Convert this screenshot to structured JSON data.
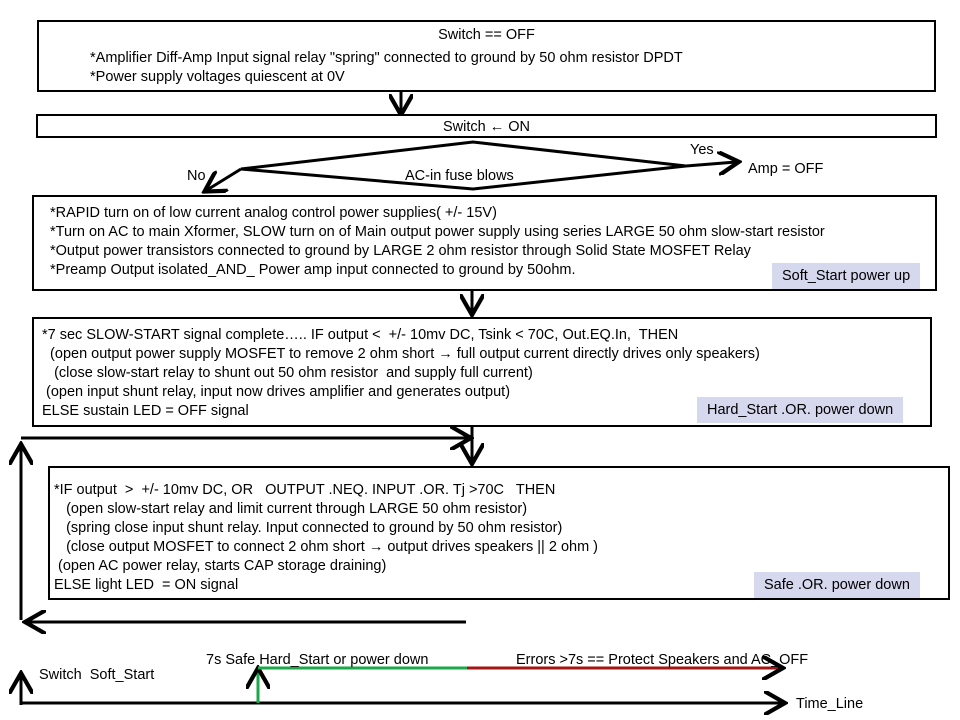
{
  "box1": {
    "title": "Switch == OFF",
    "lines": [
      "*Amplifier Diff-Amp Input signal relay \"spring\" connected to ground by 50 ohm resistor   DPDT",
      "*Power supply voltages quiescent at 0V"
    ]
  },
  "box2": {
    "title": "Switch ← ON"
  },
  "decision": {
    "text": "AC-in fuse blows",
    "yes": "Yes",
    "no": "No",
    "yes_target": "Amp = OFF"
  },
  "box3": {
    "lines": [
      "*RAPID turn on of low current analog control power supplies( +/- 15V)",
      "*Turn on AC to main Xformer, SLOW turn on of Main output power supply using series LARGE 50 ohm slow-start resistor",
      "*Output power transistors connected to ground by  LARGE 2 ohm resistor through  Solid State  MOSFET Relay",
      "*Preamp Output isolated_AND_  Power amp input connected to ground by 50ohm."
    ],
    "tag": "Soft_Start power up"
  },
  "box4": {
    "lines": [
      "*7 sec SLOW-START signal complete….. IF output <  +/- 10mv DC, Tsink < 70C, Out.EQ.In,  THEN",
      "  (open output power supply MOSFET to remove 2 ohm short → full output current directly drives only speakers)",
      "   (close slow-start relay to shunt out 50 ohm resistor  and supply full current)",
      " (open input shunt relay, input now drives amplifier and generates output)",
      "ELSE sustain LED = OFF signal"
    ],
    "tag": "Hard_Start  .OR.  power down"
  },
  "box5": {
    "lines": [
      "*IF output  >  +/- 10mv DC, OR   OUTPUT .NEQ. INPUT .OR. Tj >70C   THEN",
      "   (open slow-start relay and limit current through LARGE 50 ohm resistor)",
      "   (spring close input shunt relay. Input connected to ground by 50 ohm resistor)",
      "   (close output MOSFET to connect 2 ohm short → output drives speakers || 2 ohm )",
      " (open AC power relay, starts CAP storage draining)",
      "ELSE light LED  = ON signal"
    ],
    "tag": "Safe  .OR.  power down"
  },
  "timeline": {
    "start_label": "Switch  Soft_Start",
    "safe_label": "7s Safe Hard_Start or power down",
    "errors_label": "Errors >7s == Protect Speakers and AC_OFF",
    "end_label": "Time_Line",
    "colors": {
      "safe": "#1aa84a",
      "errors": "#a31515",
      "axis": "#000000"
    }
  }
}
